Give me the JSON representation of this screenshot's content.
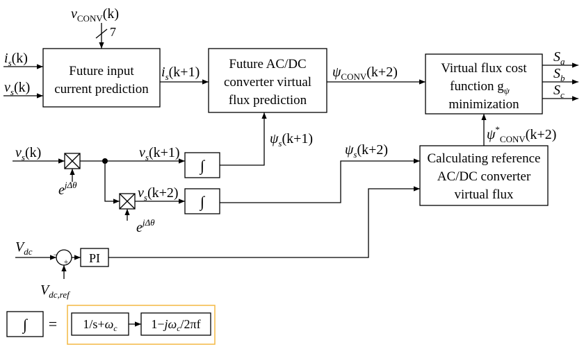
{
  "blocks": {
    "input_prediction": [
      "Future input",
      "current prediction"
    ],
    "flux_prediction": [
      "Future AC/DC",
      "converter virtual",
      "flux prediction"
    ],
    "cost_minimization": [
      "Virtual flux cost",
      "function g",
      "minimization"
    ],
    "reference_flux": [
      "Calculating reference",
      "AC/DC converter",
      "virtual flux"
    ],
    "pi": "PI",
    "integrator": "∫"
  },
  "signals": {
    "conv_voltage_sym": "v",
    "conv_sub": "CONV",
    "k": "(k)",
    "bus_width": "7",
    "is_sym": "i",
    "vs_sym": "v",
    "psi_sym": "ψ",
    "s_sub": "s",
    "k1": "(k+1)",
    "k2": "(k+2)",
    "psi_conv_sub": "CONV",
    "ref_star": "*",
    "ref_sub": "CONV",
    "psi_sub_cost": "ψ",
    "rotation_exp": "e",
    "rotation_sup": "jΔθ",
    "outputs": [
      "S",
      "S",
      "S"
    ],
    "output_subs": [
      "a",
      "b",
      "c"
    ],
    "vdc": "V",
    "vdc_sub": "dc",
    "vdc_ref_sub": "dc,ref",
    "minus": "−",
    "plus": "+"
  },
  "legend": {
    "equals": "=",
    "block1_text": "1/s+",
    "block1_omega": "ω",
    "block1_sub": "c",
    "block2_pre": "1−",
    "block2_j": "jω",
    "block2_sub": "c",
    "block2_post": "/2πf"
  },
  "colors": {
    "lines": "#000000",
    "legend_border": "#f4b842"
  }
}
